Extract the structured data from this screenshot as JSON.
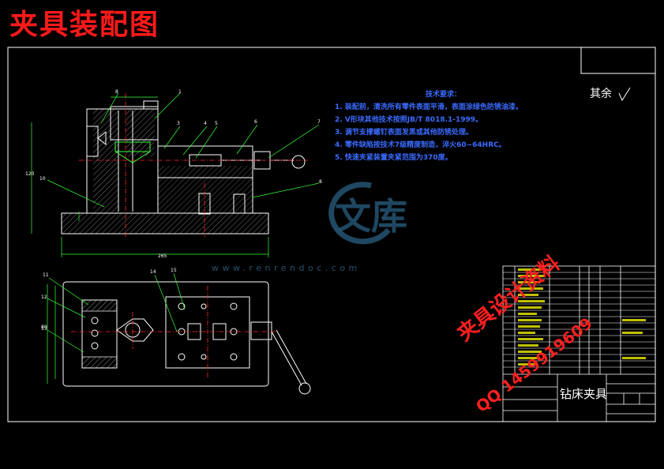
{
  "title": "夹具装配图",
  "requirements": {
    "heading": "技术要求：",
    "items": [
      "1. 装配前，清洗所有零件表面平滑，表面涂绿色防锈油漆。",
      "2. V形块其他技术按照JB/T 8018.1-1999。",
      "3. 调节支撑螺钉表面发黑或其他防锈处理。",
      "4. 零件缺陷按技术7级精度制造，淬火60~64HRC。",
      "5. 快速夹紧装置夹紧范围为370度。"
    ]
  },
  "roughness_note": "其余",
  "watermark": {
    "site": "www.renrendoc.com",
    "brand_glyph": "文库",
    "red_line1": "夹具设计资料",
    "red_line2": "QQ 1459919609"
  },
  "title_block": {
    "part_name": "钻床夹具"
  },
  "colors": {
    "title_red": "#ff1a1a",
    "frame": "#ffffff",
    "leader": "#39ff39",
    "section": "#ff2a2a",
    "requirements": "#3a6bff",
    "table_text": "#ffff00",
    "watermark_blue": "#234f6c"
  }
}
